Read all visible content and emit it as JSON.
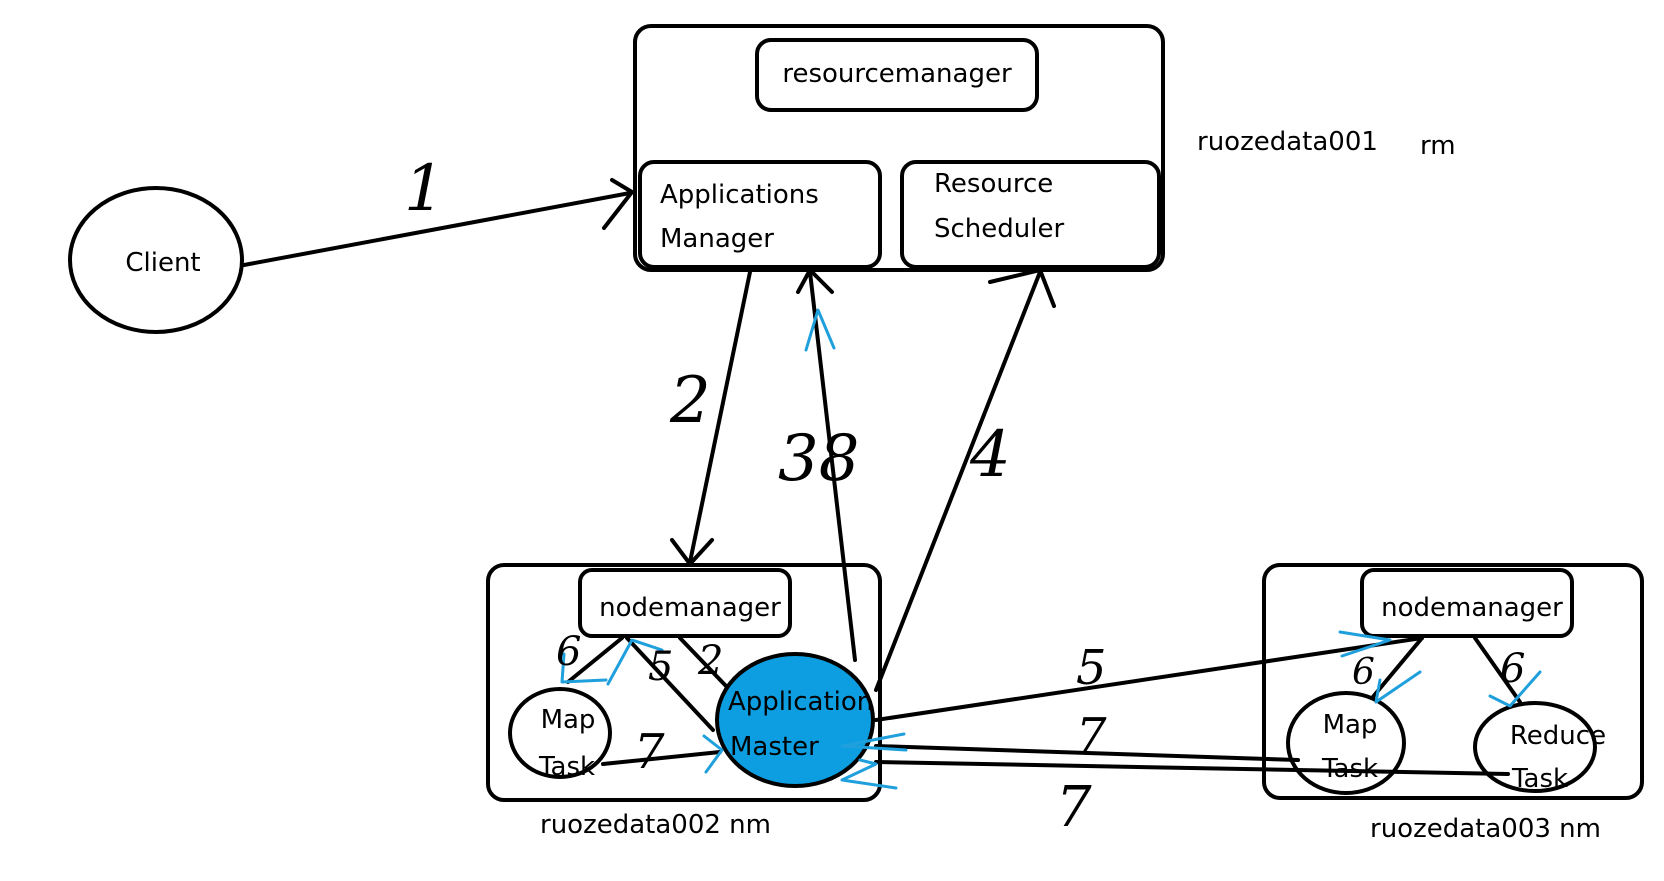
{
  "nodes": {
    "client": "Client",
    "resourcemanager": "resourcemanager",
    "applications_manager_line1": "Applications",
    "applications_manager_line2": "Manager",
    "resource_scheduler_line1": "Resource",
    "resource_scheduler_line2": "Scheduler",
    "nodemanager_left": "nodemanager",
    "nodemanager_right": "nodemanager",
    "application_master_line1": "Application",
    "application_master_line2": "Master",
    "map_task_left_line1": "Map",
    "map_task_left_line2": "Task",
    "map_task_right_line1": "Map",
    "map_task_right_line2": "Task",
    "reduce_task_line1": "Reduce",
    "reduce_task_line2": "Task"
  },
  "hosts": {
    "rm_host": "ruozedata001",
    "rm_role": "rm",
    "nm1_host": "ruozedata002  nm",
    "nm2_host": "ruozedata003 nm"
  },
  "steps": {
    "client_to_apps_manager": "1",
    "apps_manager_to_nodemanager": "2",
    "am_to_apps_manager": "38",
    "am_to_scheduler": "4",
    "am_to_left_nodemanager": "5",
    "am_to_right_nodemanager": "5",
    "left_nodemanager_to_am": "2",
    "left_nodemanager_to_map": "6",
    "right_nodemanager_to_map": "6",
    "right_nodemanager_to_reduce": "6",
    "left_map_to_am": "7",
    "right_map_to_am": "7",
    "reduce_to_am": "7"
  },
  "colors": {
    "application_master_fill": "#0c9ee0",
    "accent_arrow": "#1fa0dc",
    "stroke": "#000000"
  }
}
